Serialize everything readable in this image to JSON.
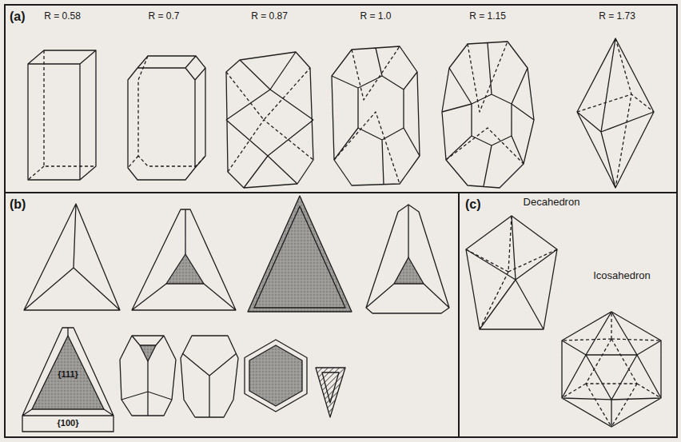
{
  "diagram": {
    "nodes": [
      {
        "text": [
          "(a)",
          "R = 0.58",
          "R = 0.7",
          "R = 0.87",
          "R = 1.0",
          "R = 1.15",
          "R = 1.73"
        ]
      },
      {
        "text": [
          "(b)",
          "{111}",
          "{100}"
        ]
      },
      {
        "text": [
          "(c)",
          "Decahedron",
          "Icosahedron"
        ]
      }
    ]
  }
}
